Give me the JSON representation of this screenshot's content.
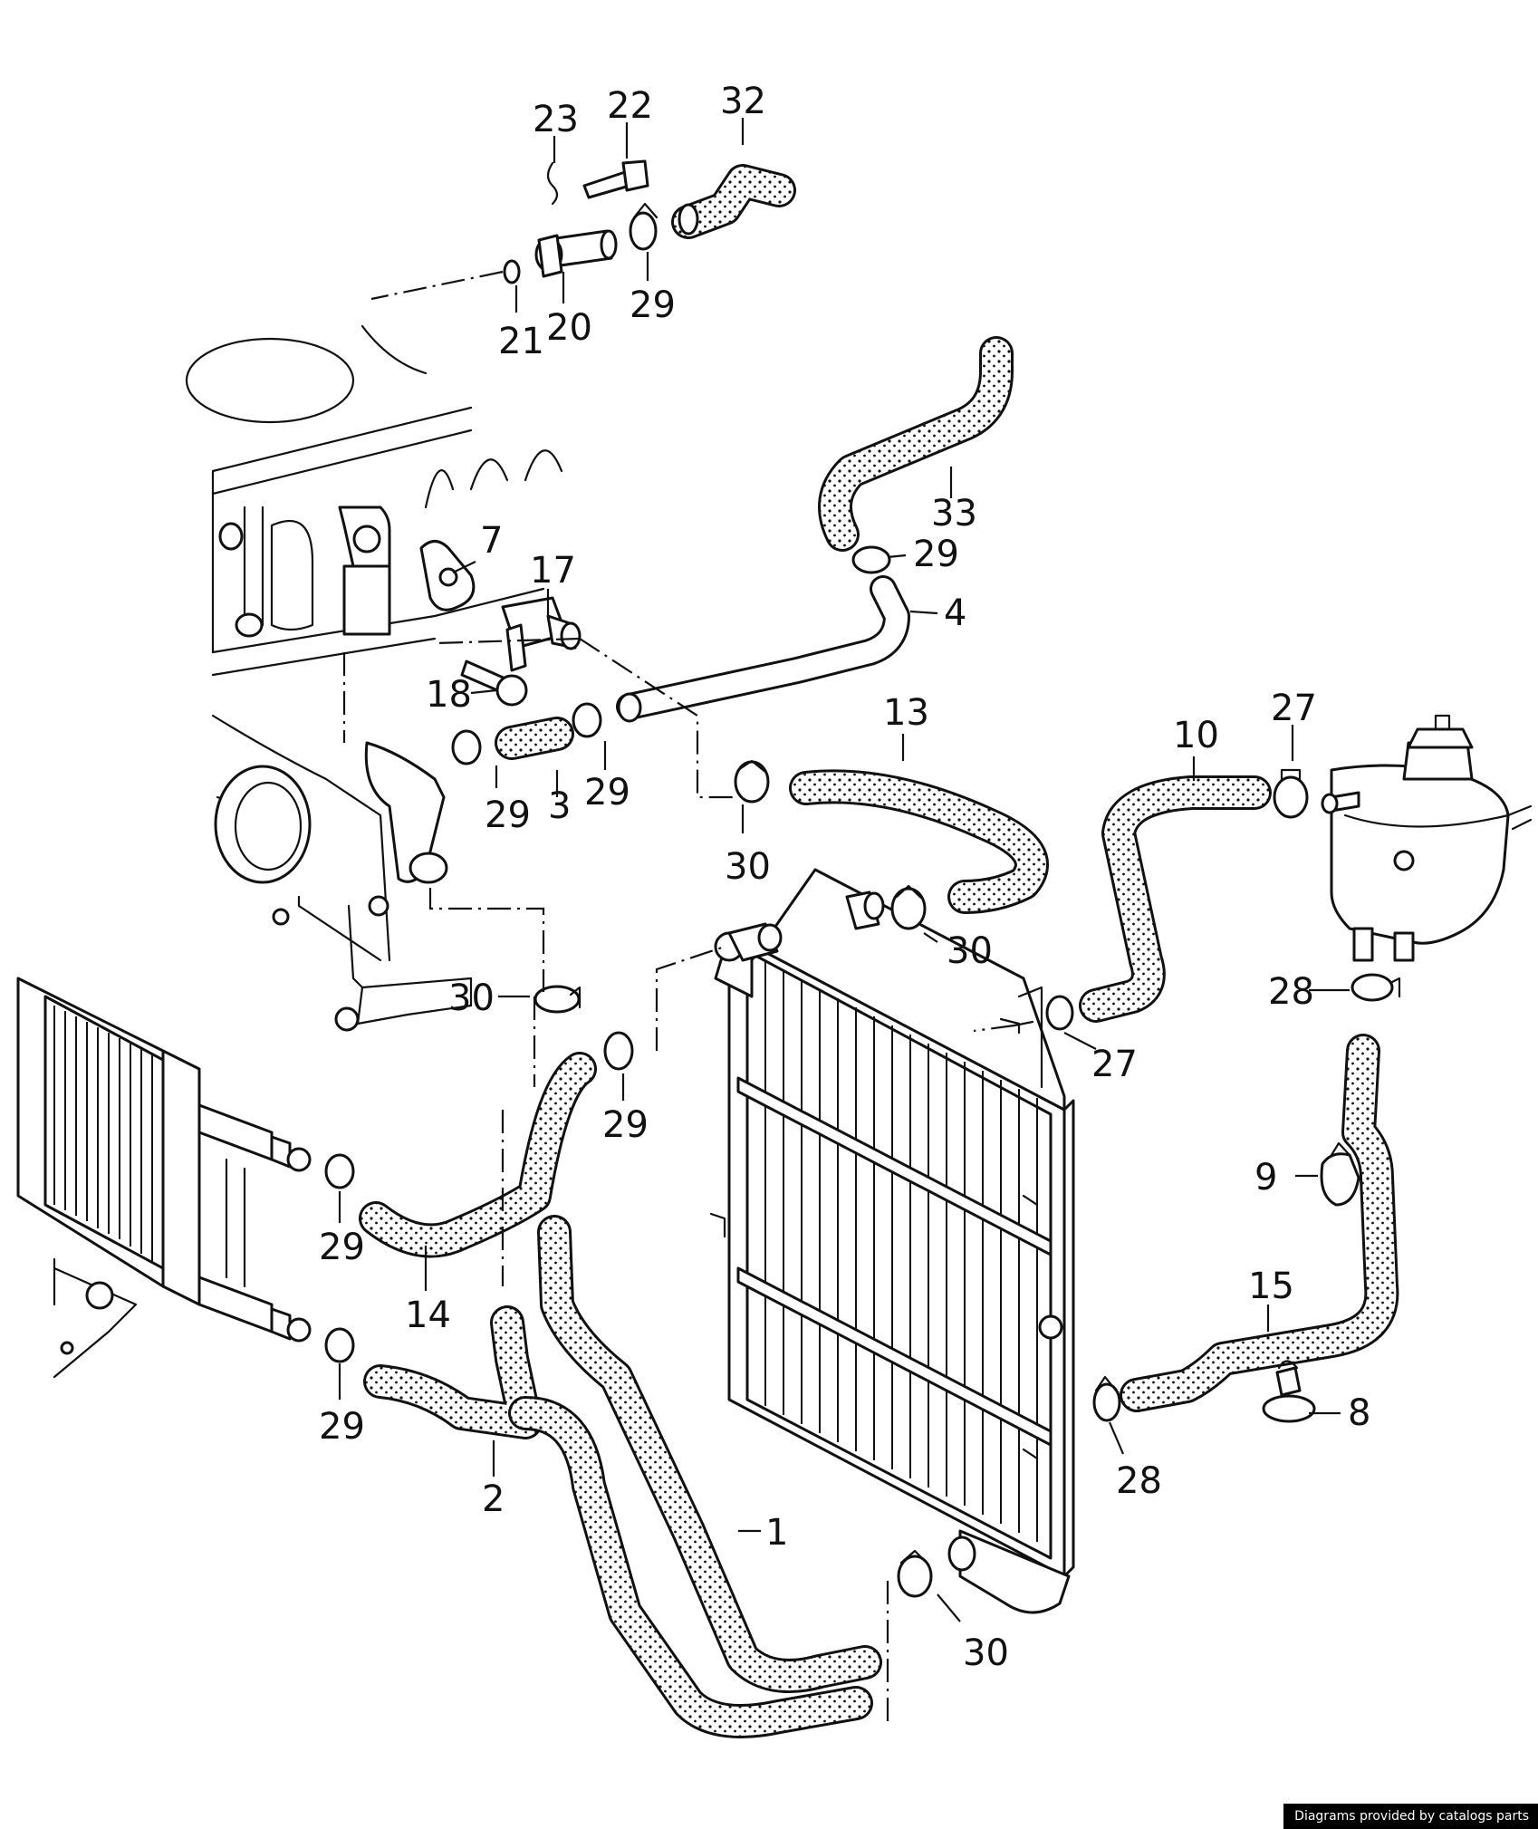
{
  "diagram": {
    "callouts": [
      {
        "id": "c23",
        "text": "23"
      },
      {
        "id": "c22",
        "text": "22"
      },
      {
        "id": "c32",
        "text": "32"
      },
      {
        "id": "c21",
        "text": "21"
      },
      {
        "id": "c20",
        "text": "20"
      },
      {
        "id": "c29a",
        "text": "29"
      },
      {
        "id": "c33",
        "text": "33"
      },
      {
        "id": "c7",
        "text": "7"
      },
      {
        "id": "c17",
        "text": "17"
      },
      {
        "id": "c29b",
        "text": "29"
      },
      {
        "id": "c4",
        "text": "4"
      },
      {
        "id": "c18",
        "text": "18"
      },
      {
        "id": "c13",
        "text": "13"
      },
      {
        "id": "c10",
        "text": "10"
      },
      {
        "id": "c27a",
        "text": "27"
      },
      {
        "id": "c29c",
        "text": "29"
      },
      {
        "id": "c3",
        "text": "3"
      },
      {
        "id": "c29d",
        "text": "29"
      },
      {
        "id": "c30a",
        "text": "30"
      },
      {
        "id": "c30b",
        "text": "30"
      },
      {
        "id": "c30c",
        "text": "30"
      },
      {
        "id": "c28a",
        "text": "28"
      },
      {
        "id": "c27b",
        "text": "27"
      },
      {
        "id": "c29e",
        "text": "29"
      },
      {
        "id": "c9",
        "text": "9"
      },
      {
        "id": "c29f",
        "text": "29"
      },
      {
        "id": "c14",
        "text": "14"
      },
      {
        "id": "c15",
        "text": "15"
      },
      {
        "id": "c8",
        "text": "8"
      },
      {
        "id": "c29g",
        "text": "29"
      },
      {
        "id": "c28b",
        "text": "28"
      },
      {
        "id": "c2",
        "text": "2"
      },
      {
        "id": "c1",
        "text": "1"
      },
      {
        "id": "c30d",
        "text": "30"
      }
    ]
  },
  "credit": "Diagrams provided by catalogs parts"
}
